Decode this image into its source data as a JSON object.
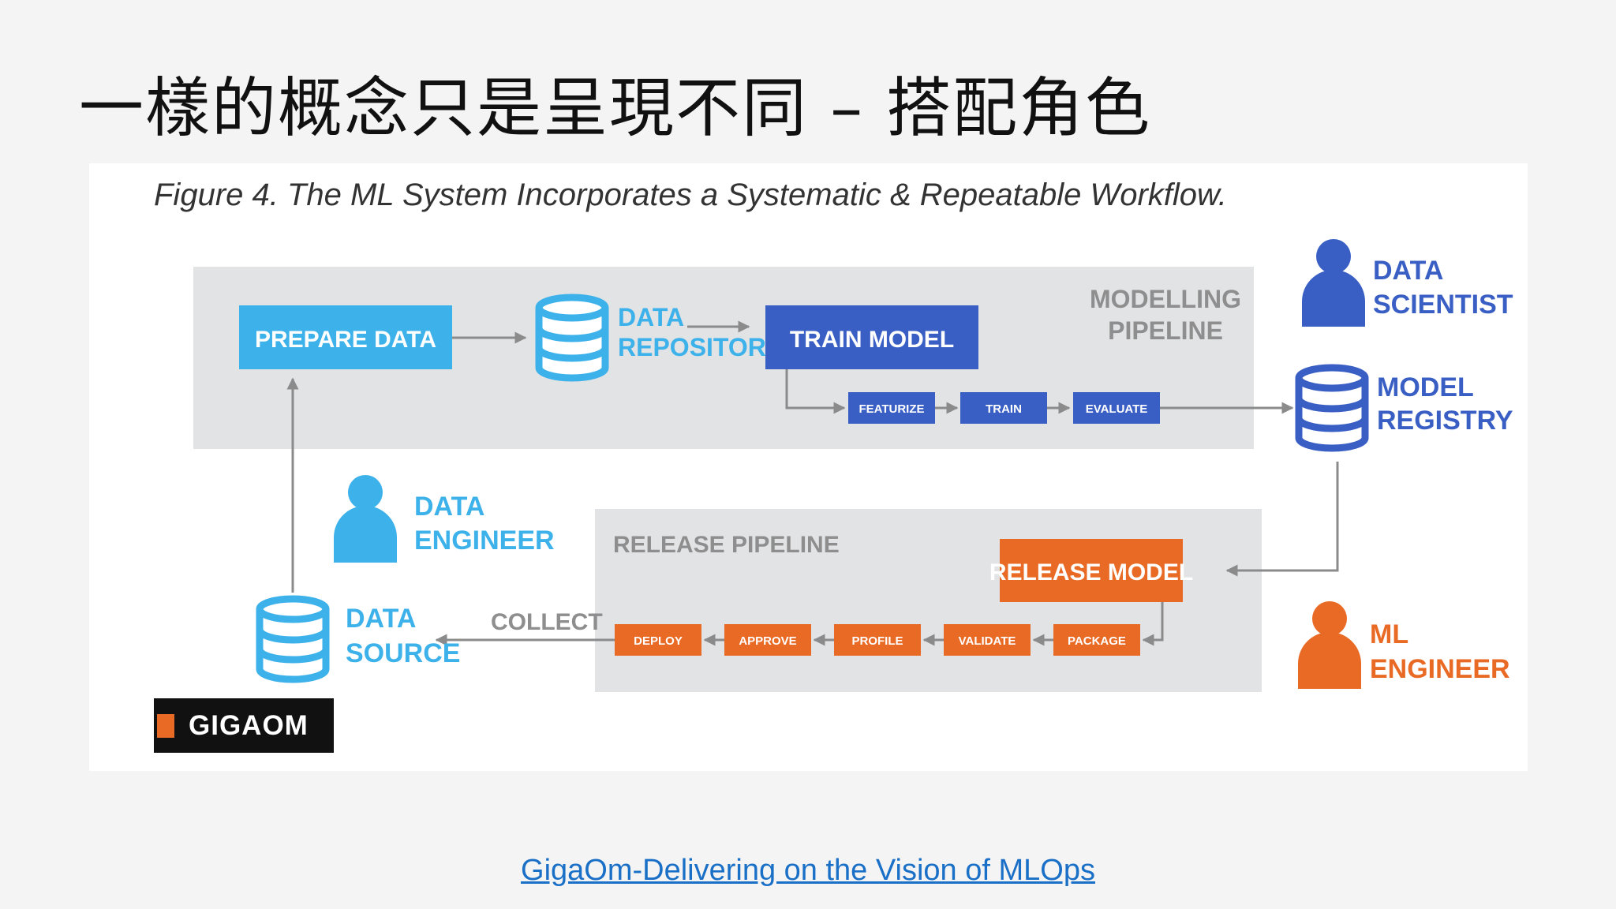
{
  "slide": {
    "title": "一樣的概念只是呈現不同 – 搭配角色",
    "source_link": "GigaOm-Delivering on the Vision of MLOps"
  },
  "figure": {
    "caption": "Figure 4. The ML System Incorporates a Systematic & Repeatable Workflow.",
    "logo_text": "GIGAOM",
    "modelling_pipeline": {
      "label_line1": "MODELLING",
      "label_line2": "PIPELINE",
      "prepare_data": "PREPARE DATA",
      "data_repository_line1": "DATA",
      "data_repository_line2": "REPOSITORY",
      "train_model": "TRAIN MODEL",
      "steps": [
        "FEATURIZE",
        "TRAIN",
        "EVALUATE"
      ]
    },
    "release_pipeline": {
      "label": "RELEASE PIPELINE",
      "release_model": "RELEASE MODEL",
      "steps": [
        "DEPLOY",
        "APPROVE",
        "PROFILE",
        "VALIDATE",
        "PACKAGE"
      ]
    },
    "collect_label": "COLLECT",
    "data_source_line1": "DATA",
    "data_source_line2": "SOURCE",
    "model_registry_line1": "MODEL",
    "model_registry_line2": "REGISTRY",
    "roles": {
      "data_scientist_line1": "DATA",
      "data_scientist_line2": "SCIENTIST",
      "data_engineer_line1": "DATA",
      "data_engineer_line2": "ENGINEER",
      "ml_engineer_line1": "ML",
      "ml_engineer_line2": "ENGINEER"
    }
  },
  "colors": {
    "light_blue": "#3db2ea",
    "dark_blue": "#3a5fc4",
    "orange": "#e96a24",
    "panel_gray": "#e2e3e5",
    "arrow_gray": "#8b8b8b",
    "link_blue": "#1a6fc7"
  }
}
